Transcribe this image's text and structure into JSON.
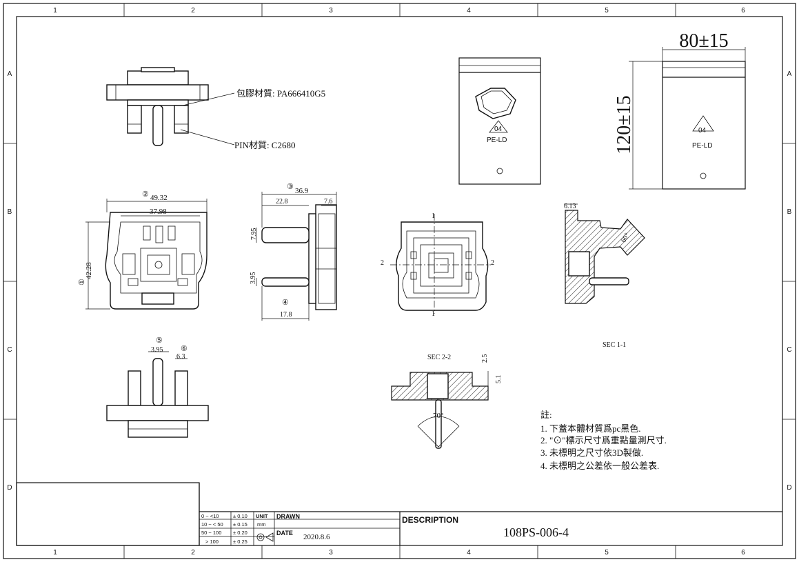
{
  "frame": {
    "columns": [
      "1",
      "2",
      "3",
      "4",
      "5",
      "6"
    ],
    "rows": [
      "A",
      "B",
      "C",
      "D"
    ]
  },
  "callouts": {
    "overmold_material": "包膠材質: PA666410G5",
    "pin_material": "PIN材質: C2680"
  },
  "bag": {
    "width_dim": "80±15",
    "height_dim": "120±15",
    "recycle_code": "04",
    "recycle_label": "PE-LD"
  },
  "dims": {
    "d1": "42.28",
    "d2": "49.32",
    "d2_inner": "37.98",
    "d3": "36.9",
    "d3_left": "22.8",
    "d3_right": "7.6",
    "side_upper": "7.95",
    "side_lower": "3.95",
    "d4": "17.8",
    "d5": "3.95",
    "d6": "6.3",
    "sec11_top": "6.13",
    "sec11_angle": "60°",
    "sec22_a": "2.5",
    "sec22_b": "5.1",
    "sec22_angle": "70°",
    "circle_marks": [
      "①",
      "②",
      "③",
      "④",
      "⑤",
      "⑥"
    ]
  },
  "sections": {
    "sec11_label": "SEC 1-1",
    "sec22_label": "SEC 2-2",
    "cut_1": "1",
    "cut_2": "2"
  },
  "notes": {
    "title": "註:",
    "items": [
      "1. 下蓋本體材質爲pc黑色.",
      "2. \"⊙\"標示尺寸爲重點量測尺寸.",
      "3. 未標明之尺寸依3D製做.",
      "4. 未標明之公差依一般公差表."
    ]
  },
  "title_block": {
    "tolerances": [
      {
        "range": "0 ~ <10",
        "tol": "± 0.10"
      },
      {
        "range": "10 ~ < 50",
        "tol": "± 0.15"
      },
      {
        "range": "50 ~ 100",
        "tol": "± 0.20"
      },
      {
        "range": "> 100",
        "tol": "± 0.25"
      }
    ],
    "unit_label": "UNIT",
    "unit_value": "mm",
    "drawn_label": "DRAWN",
    "date_label": "DATE",
    "date_value": "2020.8.6",
    "description_label": "DESCRIPTION",
    "part_number": "108PS-006-4"
  }
}
